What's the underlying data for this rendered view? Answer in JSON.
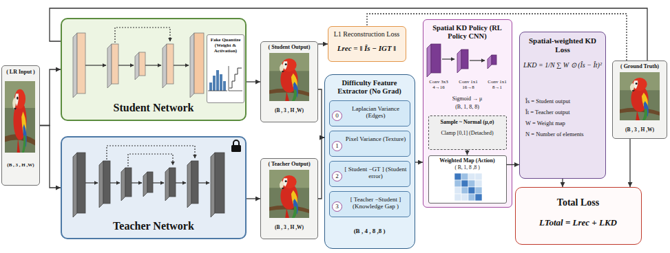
{
  "diagram": {
    "nodes": [
      {
        "text": [
          "( LR Input )",
          "(B , 3 , H ,W)"
        ]
      },
      {
        "text": [
          "Student Network"
        ]
      },
      {
        "text": [
          "Fake Quantize (Weight & Activation)"
        ],
        "in": 1
      },
      {
        "text": [
          "Teacher Network"
        ]
      },
      {
        "text": [
          "( Student Output)",
          "(B , 3 , H ,W)"
        ]
      },
      {
        "text": [
          "( Teacher Output)",
          "(B , 3 , H ,W)"
        ]
      },
      {
        "text": [
          "L1 Reconstruction Loss",
          "Lrec = ‖ Îs − IGT ‖"
        ]
      },
      {
        "text": [
          "Difficulty Feature Extractor (No Grad)",
          "(B , 4 , 8 ,8 )"
        ]
      },
      {
        "text": [
          "0",
          "Laplacian Variance (Edges)"
        ],
        "in": 7
      },
      {
        "text": [
          "1",
          "Pixel Variance (Texture)"
        ],
        "in": 7
      },
      {
        "text": [
          "2",
          "[ Student −GT ] (Student error)"
        ],
        "in": 7
      },
      {
        "text": [
          "3",
          "[ Teacher −Student ] (Knowledge Gap )"
        ],
        "in": 7
      },
      {
        "text": [
          "Spatial KD Policy (RL Policy CNN)",
          "Conv 3x3 4→16",
          "Conv 1x1 16→8",
          "Conv 1x1 8→1",
          "Sigmoid → μ",
          "(B, 1, 8, 8)"
        ]
      },
      {
        "text": [
          "Sample ~ Normal (μ,σ)",
          "Clamp [0,1] (Detached)"
        ],
        "in": 12
      },
      {
        "text": [
          "Weighted Map (Action)",
          "( B, 1, 8 ,8 )"
        ],
        "in": 12
      },
      {
        "text": [
          "Spatial-weighted KD Loss",
          "LKD = 1/N ∑ W ⊙ (Îs − Ît)²",
          "Îs = Student output",
          "Ît = Teacher output",
          "W = Weight map",
          "N = Number of elements"
        ]
      },
      {
        "text": [
          "( Ground Truth)",
          "(B , 3 , H ,W)"
        ]
      },
      {
        "text": [
          "Total Loss",
          "LTotal = Lrec + LKD"
        ]
      }
    ],
    "edges": [
      {
        "from": 0,
        "to": 1,
        "arrow": "to"
      },
      {
        "from": 0,
        "to": 3,
        "arrow": "to"
      },
      {
        "from": 1,
        "to": 4,
        "arrow": "to"
      },
      {
        "from": 3,
        "to": 5,
        "arrow": "to"
      },
      {
        "from": 4,
        "to": 6,
        "arrow": "to"
      },
      {
        "from": 4,
        "to": 7,
        "arrow": "to"
      },
      {
        "from": 5,
        "to": 7,
        "arrow": "to"
      },
      {
        "from": 7,
        "to": 12,
        "arrow": "to"
      },
      {
        "from": 13,
        "to": 14,
        "arrow": "to"
      },
      {
        "from": 14,
        "to": 15,
        "arrow": "to"
      },
      {
        "from": 15,
        "to": 17,
        "arrow": "to"
      },
      {
        "from": 16,
        "to": 6,
        "arrow": "none"
      },
      {
        "from": 16,
        "to": 1,
        "arrow": "none"
      },
      {
        "from": 16,
        "to": 17,
        "arrow": "to"
      }
    ]
  }
}
